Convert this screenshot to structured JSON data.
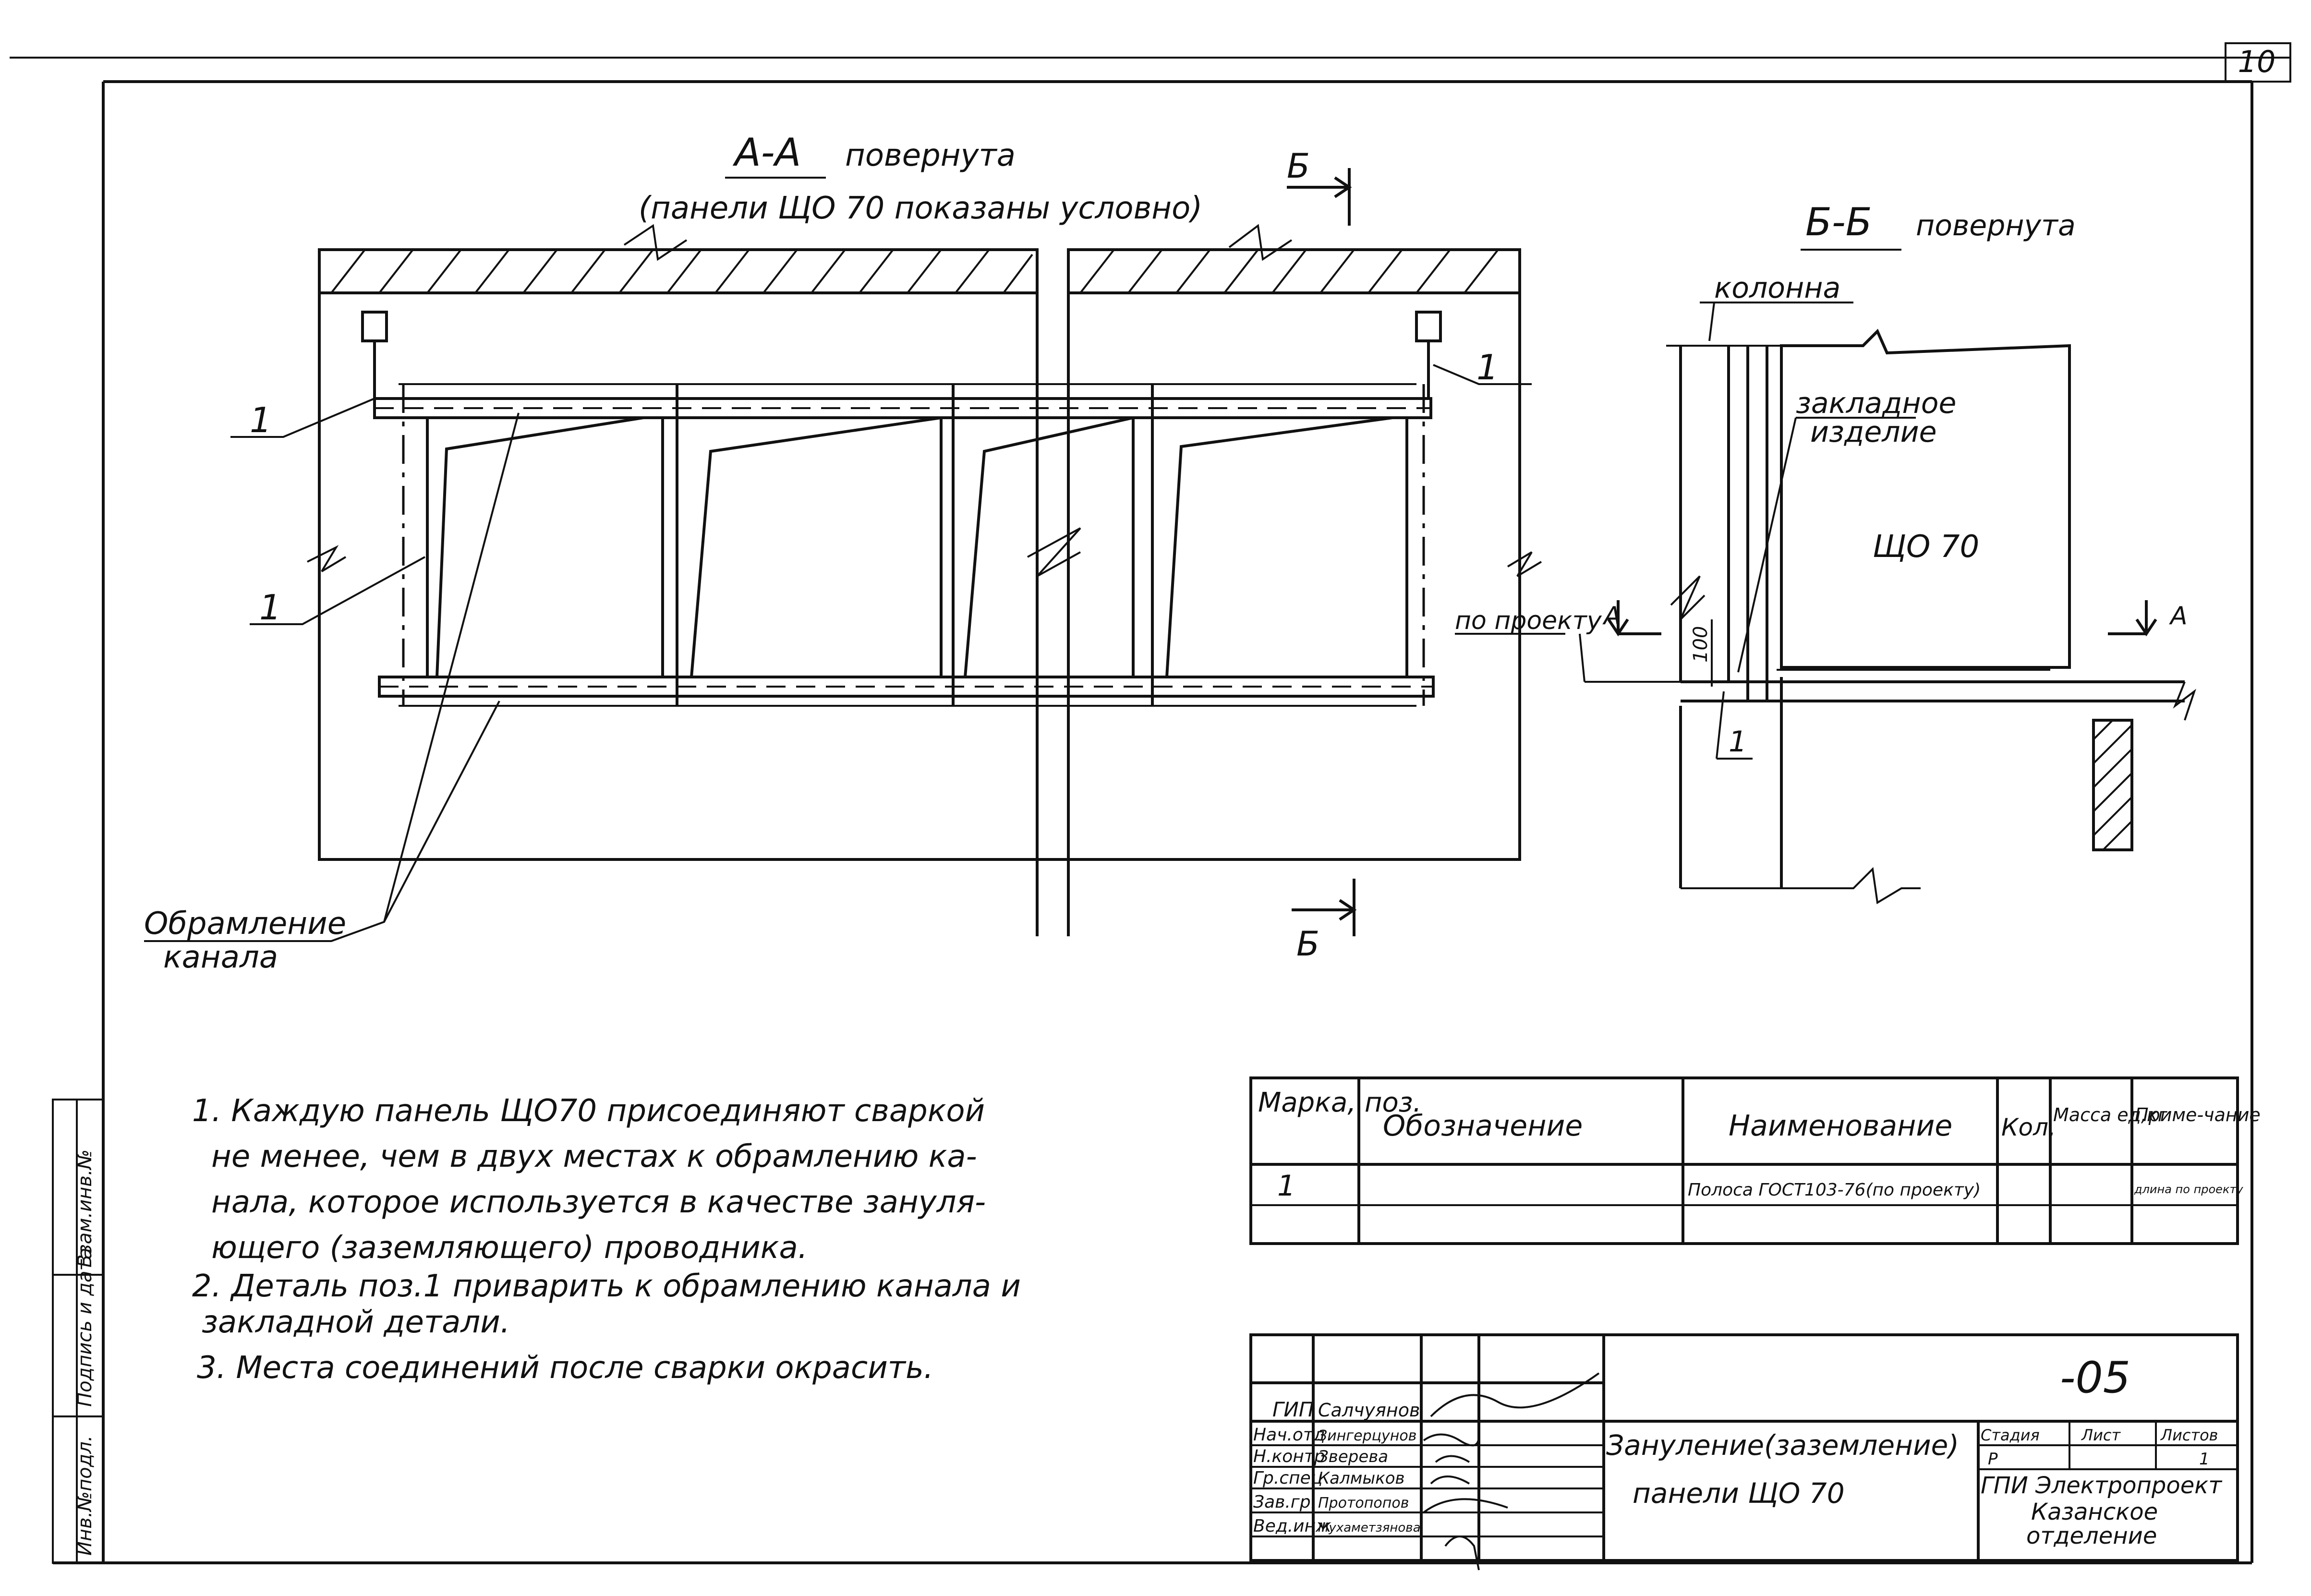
{
  "page_number": "10",
  "view_aa": {
    "title": "А-А",
    "rotated": "повернута",
    "subtitle": "(панели ЩО 70 показаны условно)"
  },
  "section_b_label": "Б",
  "view_bb": {
    "title": "Б-Б",
    "rotated": "повернута"
  },
  "labels": {
    "column": "колонна",
    "embedded_1": "закладное",
    "embedded_2": "изделие",
    "panel": "ЩО 70",
    "by_project": "по проекту",
    "cut_a": "А",
    "dim_100": "100",
    "pos1": "1",
    "frame_1": "Обрамление",
    "frame_2": "канала"
  },
  "notes": [
    "1. Каждую панель ЩО70 присоединяют сваркой",
    "не менее, чем в двух местах к обрамлению ка-",
    "нала, которое используется в качестве зануля-",
    "ющего (заземляющего) проводника.",
    "2. Деталь поз.1 приварить к обрамлению канала и",
    "закладной детали.",
    "3. Места соединений после сварки окрасить."
  ],
  "spec_table": {
    "headers": [
      "Марка, поз.",
      "Обозначение",
      "Наименование",
      "Кол.",
      "Масса ед,кг",
      "Приме-чание"
    ],
    "rows": [
      [
        "1",
        "",
        "Полоса ГОСТ103-76(по проекту)",
        "",
        "",
        "длина по проекту"
      ],
      [
        "",
        "",
        "",
        "",
        "",
        ""
      ]
    ]
  },
  "side_stamp": [
    "Инв.№подл.",
    "Подпись и дата",
    "Взам.инв.№"
  ],
  "title_block": {
    "doc_code": "-05",
    "title_line1": "Зануление(заземление)",
    "title_line2": "панели ЩО 70",
    "roles": [
      "ГИП",
      "Нач.отд",
      "Н.контр",
      "Гр.спец",
      "Зав.гр.",
      "Вед.инж"
    ],
    "names": [
      "Салчуянов",
      "Зингерцунов",
      "Зверева",
      "Калмыков",
      "Протопопов",
      "Мухаметзянова"
    ],
    "stage_headers": [
      "Стадия",
      "Лист",
      "Листов"
    ],
    "stage_values": [
      "Р",
      "",
      "1"
    ],
    "org_line1": "ГПИ Электропроект",
    "org_line2": "Казанское",
    "org_line3": "отделение"
  }
}
